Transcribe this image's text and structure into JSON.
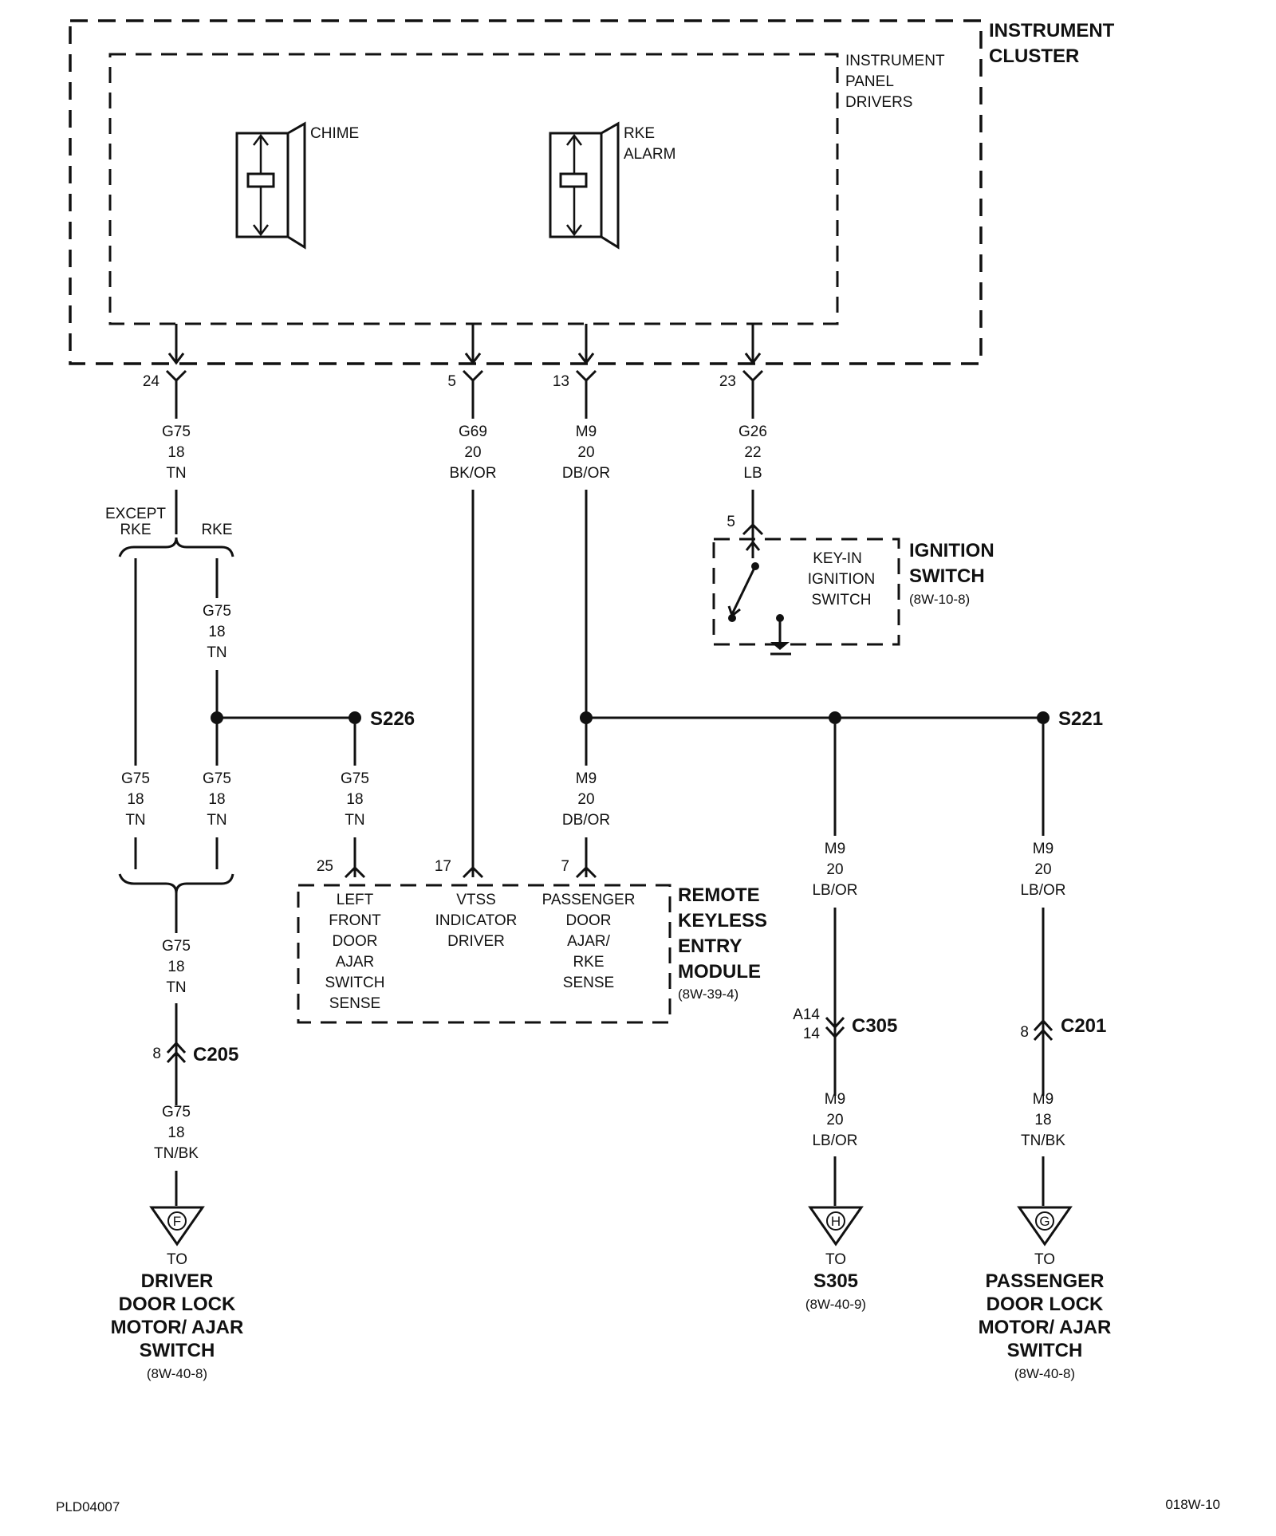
{
  "instrument_cluster": {
    "title_line1": "INSTRUMENT",
    "title_line2": "CLUSTER",
    "drivers": [
      "INSTRUMENT",
      "PANEL",
      "DRIVERS"
    ],
    "chime_label": "CHIME",
    "rke_alarm": [
      "RKE",
      "ALARM"
    ]
  },
  "wires": {
    "w24": {
      "pin": "24",
      "circuit": "G75",
      "gauge": "18",
      "color": "TN"
    },
    "w5": {
      "pin": "5",
      "circuit": "G69",
      "gauge": "20",
      "color": "BK/OR"
    },
    "w13": {
      "pin": "13",
      "circuit": "M9",
      "gauge": "20",
      "color": "DB/OR"
    },
    "w23": {
      "pin": "23",
      "circuit": "G26",
      "gauge": "22",
      "color": "LB"
    },
    "rke_branch": {
      "circuit": "G75",
      "gauge": "18",
      "color": "TN"
    },
    "except_left": {
      "circuit": "G75",
      "gauge": "18",
      "color": "TN"
    },
    "rke_lower": {
      "circuit": "G75",
      "gauge": "18",
      "color": "TN"
    },
    "s226_down": {
      "circuit": "G75",
      "gauge": "18",
      "color": "TN"
    },
    "m9_down": {
      "circuit": "M9",
      "gauge": "20",
      "color": "DB/OR"
    },
    "merged": {
      "circuit": "G75",
      "gauge": "18",
      "color": "TN"
    },
    "f_lower": {
      "circuit": "G75",
      "gauge": "18",
      "color": "TN/BK"
    },
    "c305_upper": {
      "circuit": "M9",
      "gauge": "20",
      "color": "LB/OR"
    },
    "c305_lower": {
      "circuit": "M9",
      "gauge": "20",
      "color": "LB/OR"
    },
    "c201_upper": {
      "circuit": "M9",
      "gauge": "20",
      "color": "LB/OR"
    },
    "c201_lower": {
      "circuit": "M9",
      "gauge": "18",
      "color": "TN/BK"
    }
  },
  "branch": {
    "except_line1": "EXCEPT",
    "except_line2": "RKE",
    "rke": "RKE"
  },
  "ignition": {
    "pin": "5",
    "inner": [
      "KEY-IN",
      "IGNITION",
      "SWITCH"
    ],
    "title_line1": "IGNITION",
    "title_line2": "SWITCH",
    "ref": "(8W-10-8)"
  },
  "splices": {
    "s226": "S226",
    "s221": "S221"
  },
  "rke_module": {
    "pins": {
      "p25": "25",
      "p17": "17",
      "p7": "7"
    },
    "col1": [
      "LEFT",
      "FRONT",
      "DOOR",
      "AJAR",
      "SWITCH",
      "SENSE"
    ],
    "col2": [
      "VTSS",
      "INDICATOR",
      "DRIVER"
    ],
    "col3": [
      "PASSENGER",
      "DOOR",
      "AJAR/",
      "RKE",
      "SENSE"
    ],
    "title": [
      "REMOTE",
      "KEYLESS",
      "ENTRY",
      "MODULE"
    ],
    "ref": "(8W-39-4)"
  },
  "connectors": {
    "c205": {
      "name": "C205",
      "pin": "8"
    },
    "c305": {
      "name": "C305",
      "pin_a": "A14",
      "pin_b": "14"
    },
    "c201": {
      "name": "C201",
      "pin": "8"
    }
  },
  "destinations": {
    "f": {
      "letter": "F",
      "to": "TO",
      "name": [
        "DRIVER",
        "DOOR LOCK",
        "MOTOR/ AJAR",
        "SWITCH"
      ],
      "ref": "(8W-40-8)"
    },
    "h": {
      "letter": "H",
      "to": "TO",
      "name": [
        "S305"
      ],
      "ref": "(8W-40-9)"
    },
    "g": {
      "letter": "G",
      "to": "TO",
      "name": [
        "PASSENGER",
        "DOOR LOCK",
        "MOTOR/ AJAR",
        "SWITCH"
      ],
      "ref": "(8W-40-8)"
    }
  },
  "footer": {
    "left": "PLD04007",
    "right": "018W-10"
  }
}
